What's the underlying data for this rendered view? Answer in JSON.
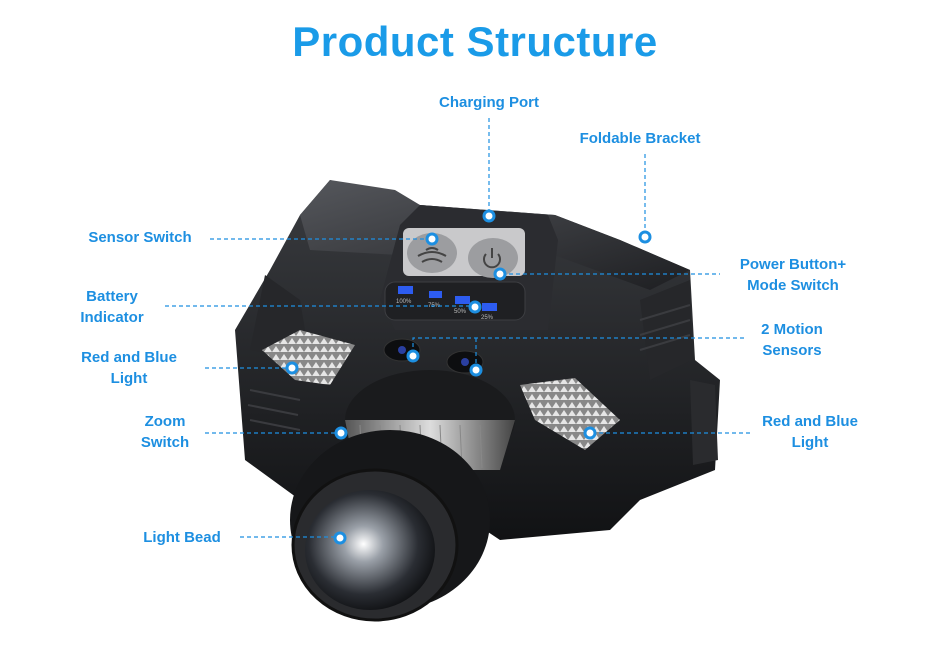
{
  "title": "Product Structure",
  "labels": {
    "charging_port": "Charging Port",
    "foldable_bracket": "Foldable Bracket",
    "sensor_switch": "Sensor Switch",
    "power_button": [
      "Power Button+",
      "Mode Switch"
    ],
    "battery_indicator": [
      "Battery",
      "Indicator"
    ],
    "motion_sensors": [
      "2 Motion",
      "Sensors"
    ],
    "red_blue_light_left": [
      "Red and Blue",
      "Light"
    ],
    "zoom_switch": [
      "Zoom",
      "Switch"
    ],
    "red_blue_light_right": [
      "Red and Blue",
      "Light"
    ],
    "light_bead": "Light Bead"
  },
  "battery_levels": [
    "100%",
    "75%",
    "50%",
    "25%"
  ],
  "colors": {
    "accent": "#1a9be8",
    "label": "#1d8fe1",
    "body": "#1c1d20"
  }
}
